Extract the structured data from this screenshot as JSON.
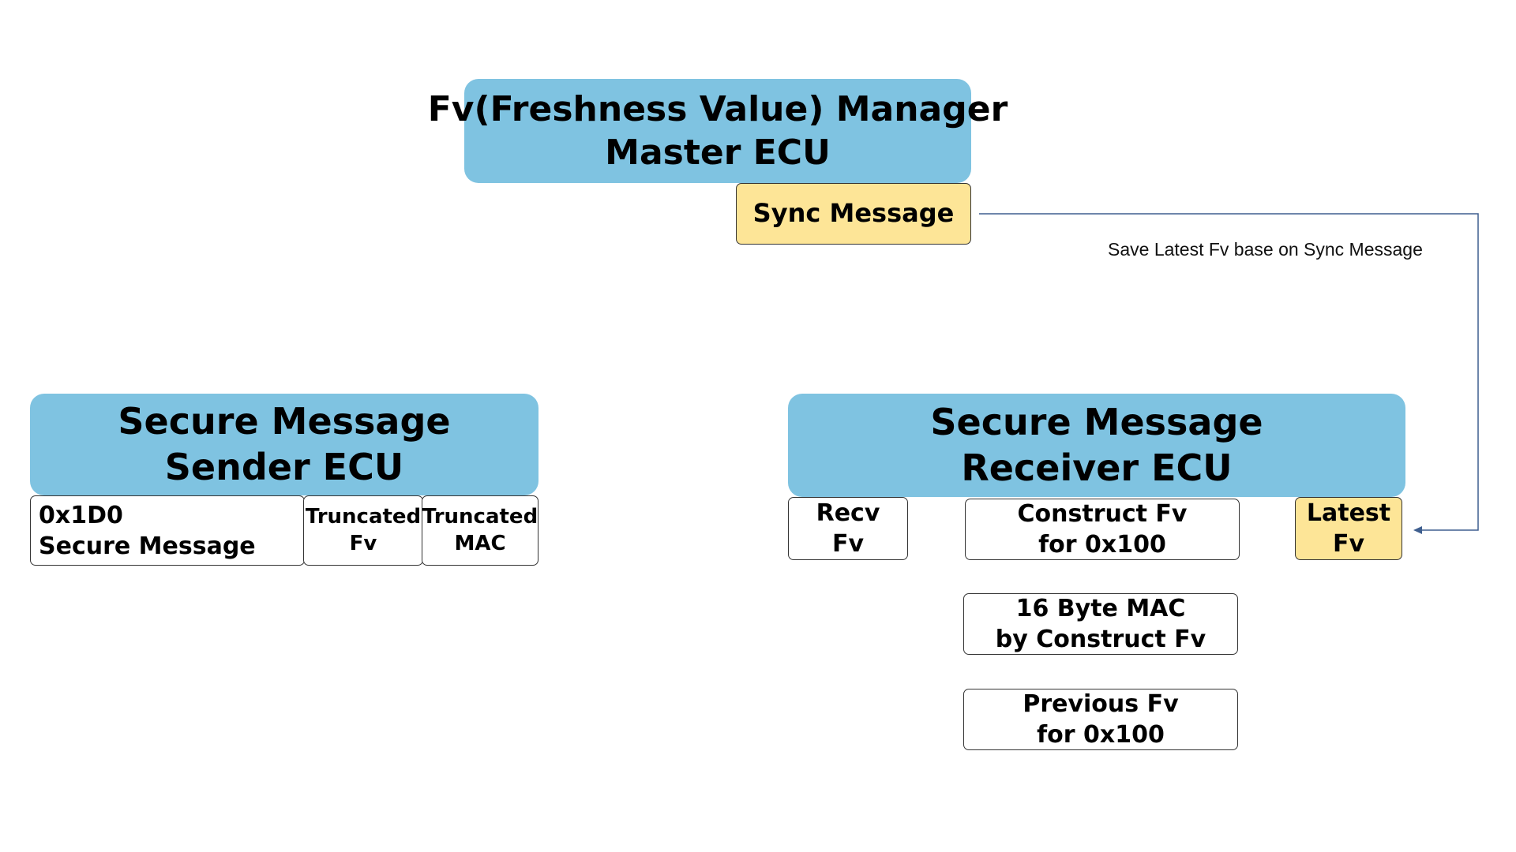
{
  "master": {
    "title_line1": "Fv(Freshness Value) Manager",
    "title_line2": "Master ECU",
    "sync_label": "Sync Message"
  },
  "annotation": "Save Latest Fv base on Sync Message",
  "sender": {
    "title_line1": "Secure Message",
    "title_line2": "Sender ECU",
    "fields": {
      "id_line1": "0x1D0",
      "id_line2": "Secure Message",
      "fv_line1": "Truncated",
      "fv_line2": "Fv",
      "mac_line1": "Truncated",
      "mac_line2": "MAC"
    }
  },
  "receiver": {
    "title_line1": "Secure Message",
    "title_line2": "Receiver ECU",
    "recv_fv_line1": "Recv",
    "recv_fv_line2": "Fv",
    "construct_line1": "Construct Fv",
    "construct_line2": "for 0x100",
    "latest_line1": "Latest",
    "latest_line2": "Fv",
    "mac_line1": "16 Byte MAC",
    "mac_line2": "by Construct Fv",
    "previous_line1": "Previous Fv",
    "previous_line2": "for 0x100"
  },
  "colors": {
    "ecu_fill": "#7fc3e1",
    "highlight_fill": "#fde597",
    "connector": "#3f5f8f"
  }
}
